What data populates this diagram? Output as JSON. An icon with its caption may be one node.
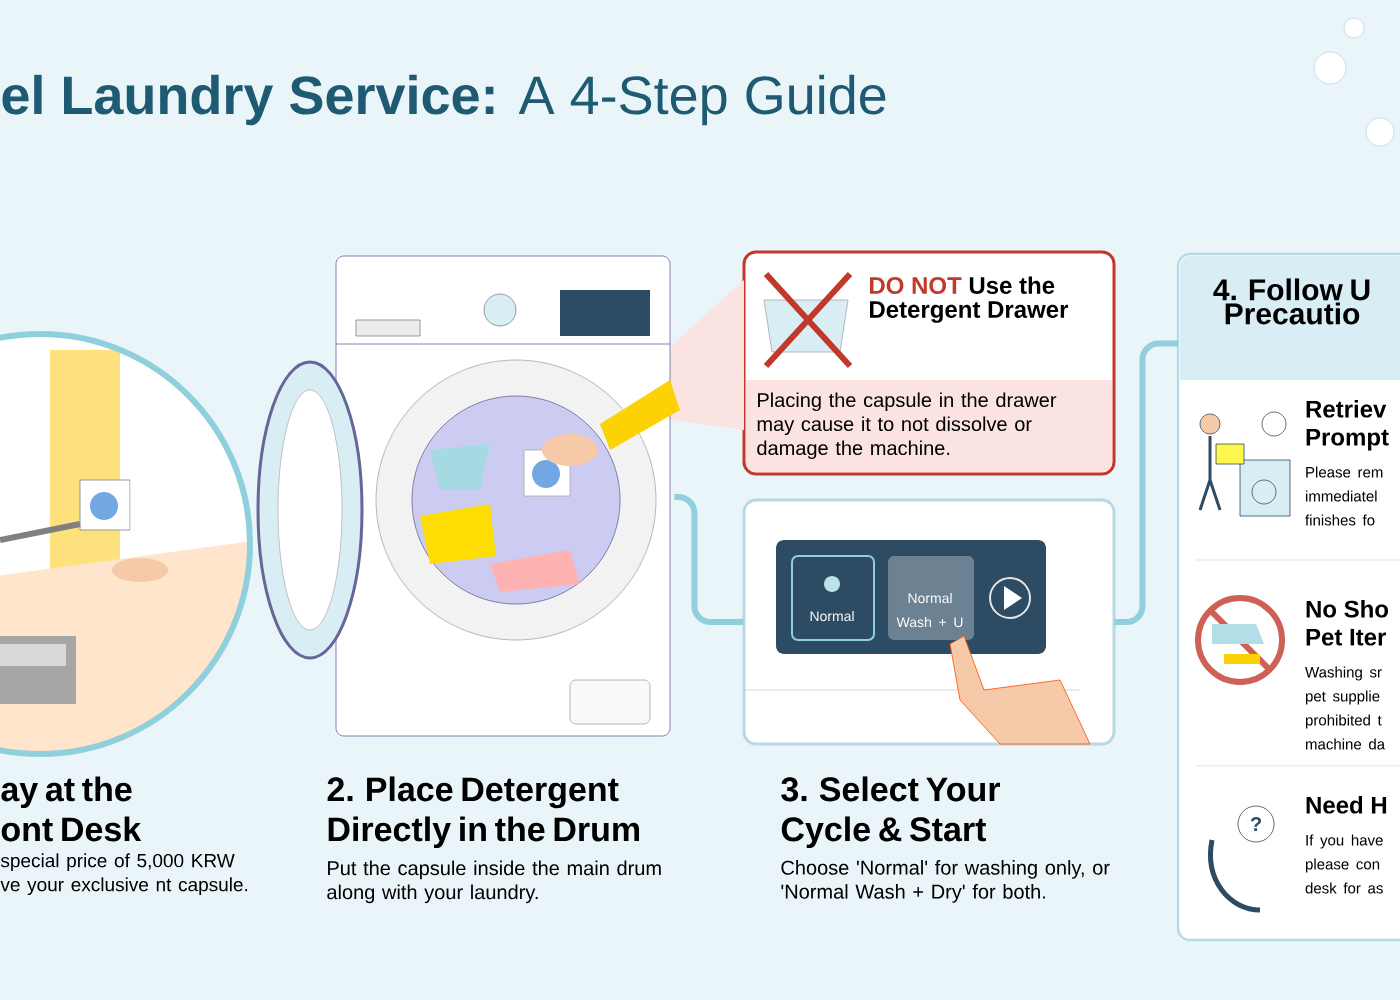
{
  "diagram": {
    "title": "**el Laundry Service:** A 4-Step Guide",
    "nodes": [
      {
        "text": [
          "ay at the ont Desk",
          "special price of 5,000 KRW ve your exclusive nt capsule."
        ]
      },
      {
        "text": [
          "2. Place Detergent Directly in the Drum",
          "Put the capsule inside the main drum along with your laundry."
        ]
      },
      {
        "text": [
          "DO NOT",
          "Use the Detergent Drawer",
          "Placing the capsule in the drawer may cause it to not dissolve or damage the machine."
        ]
      },
      {
        "text": [],
        "shape": "picture"
      },
      {
        "text": [],
        "shape": "picture"
      },
      {
        "text": [
          "3. Select Your Cycle & Start",
          "Choose 'Normal' for washing only, or 'Normal Wash + Dry' for both."
        ]
      },
      {
        "text": [
          "4. Follow U Precautio"
        ]
      },
      {
        "text": [
          "Retriev Prompt",
          "Please rem immediatel finishes fo"
        ],
        "in": 6
      },
      {
        "text": [
          "No Sho Pet Iter",
          "Washing sr pet supplie prohibited t machine da"
        ],
        "in": 6
      },
      {
        "text": [
          "Need H",
          "If you have please con desk for as"
        ],
        "in": 6
      }
    ],
    "edges": [
      {
        "from": 3,
        "to": 4,
        "arrow": "none"
      },
      {
        "from": 4,
        "to": 6,
        "arrow": "none"
      }
    ],
    "labels": [
      "Normal",
      "Normal Wash + U",
      "?"
    ]
  }
}
